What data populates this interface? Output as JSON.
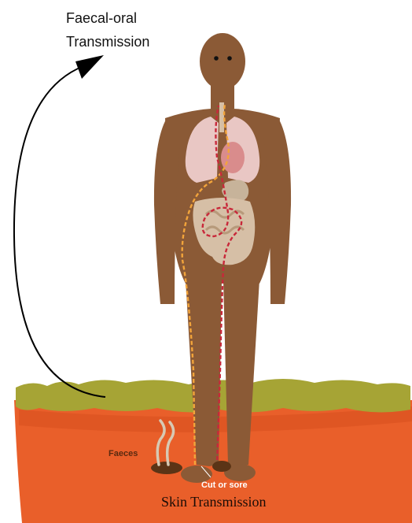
{
  "labels": {
    "faecal_oral_line1": "Faecal-oral",
    "faecal_oral_line2": "Transmission",
    "faeces": "Faeces",
    "cut_or_sore": "Cut or sore",
    "skin_transmission": "Skin Transmission"
  },
  "colors": {
    "soil": "#e95f2a",
    "grass": "#a6a435",
    "skin": "#8b5a36",
    "lungs": "#e9c7c4",
    "heart": "#d98c8c",
    "intestine": "#d6bfa6",
    "orange_path": "#f2a43b",
    "red_path": "#c8283a",
    "arrow": "#000000"
  }
}
